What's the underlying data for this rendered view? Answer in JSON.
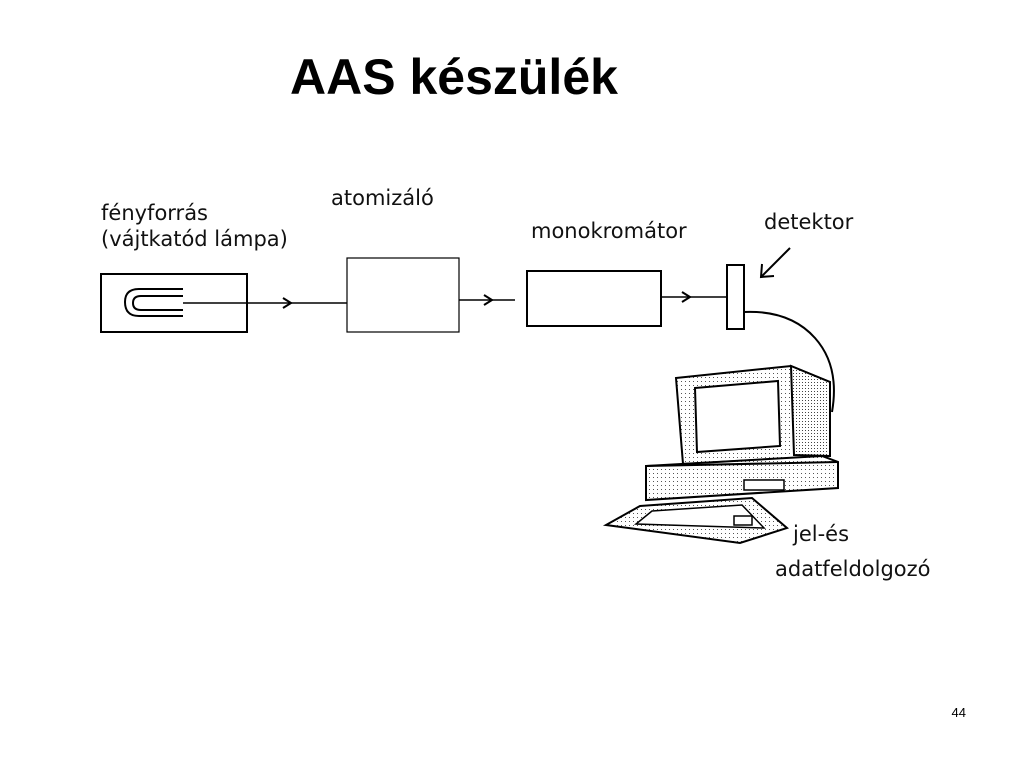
{
  "slide": {
    "title": "AAS készülék",
    "page_number": "44"
  },
  "diagram": {
    "components": {
      "light_source": {
        "label_line1": "fényforrás",
        "label_line2": "(vájtkatód lámpa)"
      },
      "atomizer": {
        "label": "atomizáló"
      },
      "monochromator": {
        "label": "monokromátor"
      },
      "detector": {
        "label": "detektor"
      },
      "processor": {
        "label_line1": "jel-és",
        "label_line2": "adatfeldolgozó"
      }
    }
  }
}
